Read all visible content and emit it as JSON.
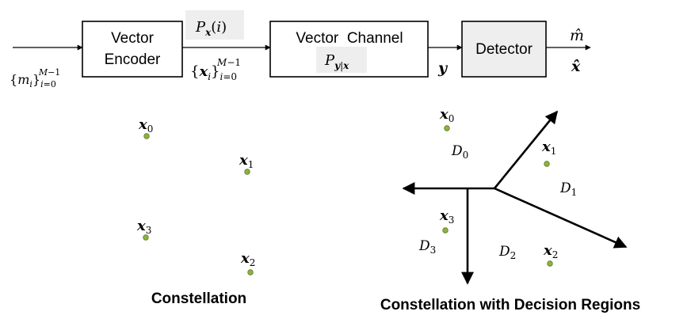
{
  "block_diagram": {
    "input_label": "{m_i}_{i=0}^{M-1}",
    "encoder_line1": "Vector",
    "encoder_line2": "Encoder",
    "prior_label": "P_x(i)",
    "codebook_label": "{x_i}_{i=0}^{M-1}",
    "channel_title": "Vector  Channel",
    "channel_pdf": "P_y|x",
    "channel_output": "y",
    "detector_label": "Detector",
    "output_m_hat": "m̂",
    "output_x_hat": "x̂"
  },
  "constellation": {
    "caption": "Constellation",
    "points": [
      "x0",
      "x1",
      "x3",
      "x2"
    ]
  },
  "decision": {
    "caption": "Constellation with Decision Regions",
    "points": [
      "x0",
      "x1",
      "x3",
      "x2"
    ],
    "regions": [
      "D0",
      "D1",
      "D3",
      "D2"
    ]
  },
  "colors": {
    "stroke": "#000000",
    "detector_fill": "#eeeeee",
    "label_bg": "#eeeeee",
    "point_fill": "#8cb43c",
    "point_stroke": "#5a7a28"
  }
}
